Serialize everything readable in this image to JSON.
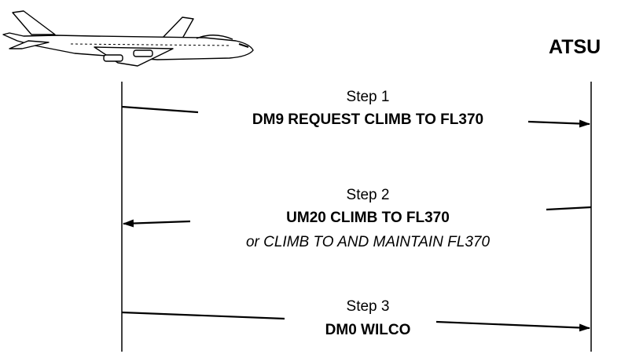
{
  "aircraft": {
    "icon": "airliner-icon"
  },
  "ground": {
    "label": "ATSU"
  },
  "steps": [
    {
      "step_label": "Step 1",
      "message": "DM9 REQUEST CLIMB TO FL370",
      "alternate": "",
      "direction": "aircraft-to-ground"
    },
    {
      "step_label": "Step 2",
      "message": "UM20 CLIMB TO FL370",
      "alternate": "or CLIMB TO AND MAINTAIN FL370",
      "direction": "ground-to-aircraft"
    },
    {
      "step_label": "Step 3",
      "message": "DM0 WILCO",
      "alternate": "",
      "direction": "aircraft-to-ground"
    }
  ],
  "colors": {
    "line": "#000000",
    "background": "#ffffff"
  }
}
